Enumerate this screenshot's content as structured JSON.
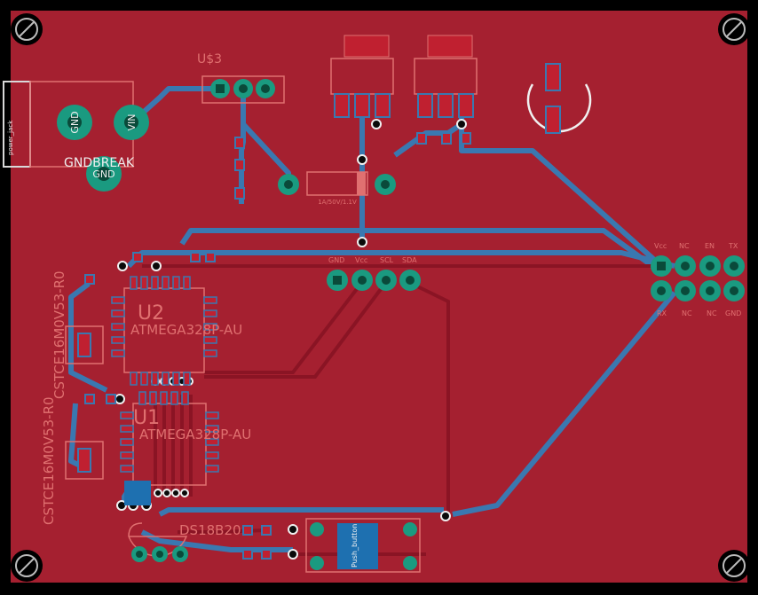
{
  "colors": {
    "background": "#000000",
    "copper_top": "#a52030",
    "trace_bottom": "#3a78b0",
    "pad": "#1a9a80",
    "silk": "#f0f0f0",
    "silk_dim": "#e07070"
  },
  "labels": {
    "u3": "U$3",
    "gndbreak": "GNDBREAK",
    "gnd": "GND",
    "vin": "VIN",
    "gnd_top": "GND",
    "vcc_pins": "Vcc",
    "nc_top": "NC",
    "en": "EN",
    "tx": "TX",
    "nc_bottom": "NC",
    "rx": "RX",
    "nc_b2": "NC",
    "gnd_b2": "GND",
    "i2c_gnd": "GND",
    "i2c_vcc": "Vcc",
    "i2c_scl": "SCL",
    "i2c_sda": "SDA",
    "u2_name": "U2",
    "u2_part": "ATMEGA328P-AU",
    "u1_name": "U1",
    "u1_part": "ATMEGA328P-AU",
    "crystal_top": "CSTCE16M0V53-R0",
    "crystal_bottom": "CSTCE16M0V53-R0",
    "ds18b20": "DS18B20",
    "diode_value": "1A/50V/1.1V",
    "power_jack": "power_jack",
    "push_button": "Push_button"
  }
}
